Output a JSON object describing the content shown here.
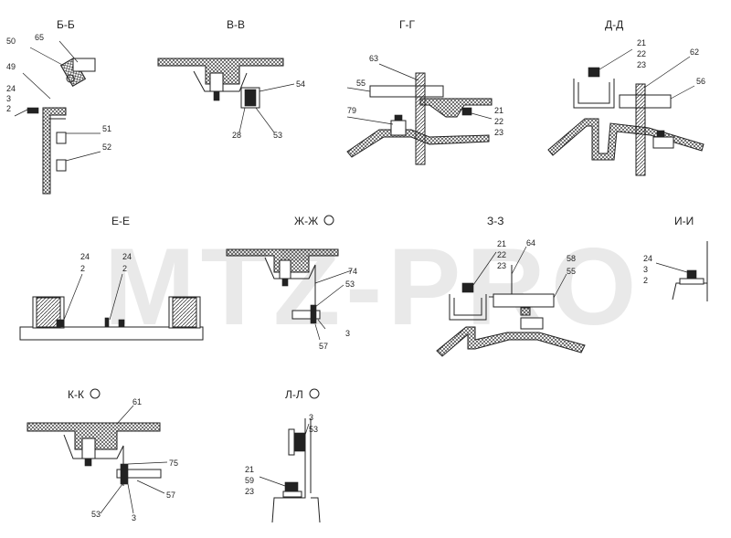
{
  "watermark": "MTZ-PRO",
  "sections": {
    "bb": "Б-Б",
    "vv": "В-В",
    "gg": "Г-Г",
    "dd": "Д-Д",
    "ee": "Е-Е",
    "zhzh": "Ж-Ж",
    "zz": "З-З",
    "ii": "И-И",
    "kk": "К-К",
    "ll": "Л-Л"
  },
  "labels": {
    "bb_50": "50",
    "bb_65": "65",
    "bb_49": "49",
    "bb_24": "24",
    "bb_3": "3",
    "bb_2": "2",
    "bb_51": "51",
    "bb_52": "52",
    "vv_54": "54",
    "vv_28": "28",
    "vv_53": "53",
    "gg_63": "63",
    "gg_55": "55",
    "gg_79": "79",
    "gg_21": "21",
    "gg_22": "22",
    "gg_23": "23",
    "dd_21": "21",
    "dd_22": "22",
    "dd_23": "23",
    "dd_62": "62",
    "dd_56": "56",
    "ee_24a": "24",
    "ee_2a": "2",
    "ee_24b": "24",
    "ee_2b": "2",
    "zh_74": "74",
    "zh_53": "53",
    "zh_3": "3",
    "zh_57": "57",
    "z_21": "21",
    "z_22": "22",
    "z_23": "23",
    "z_64": "64",
    "z_58": "58",
    "z_55": "55",
    "i_24": "24",
    "i_3": "3",
    "i_2": "2",
    "k_61": "61",
    "k_75": "75",
    "k_57": "57",
    "k_53": "53",
    "k_3": "3",
    "l_3": "3",
    "l_53": "53",
    "l_21": "21",
    "l_59": "59",
    "l_23": "23"
  }
}
